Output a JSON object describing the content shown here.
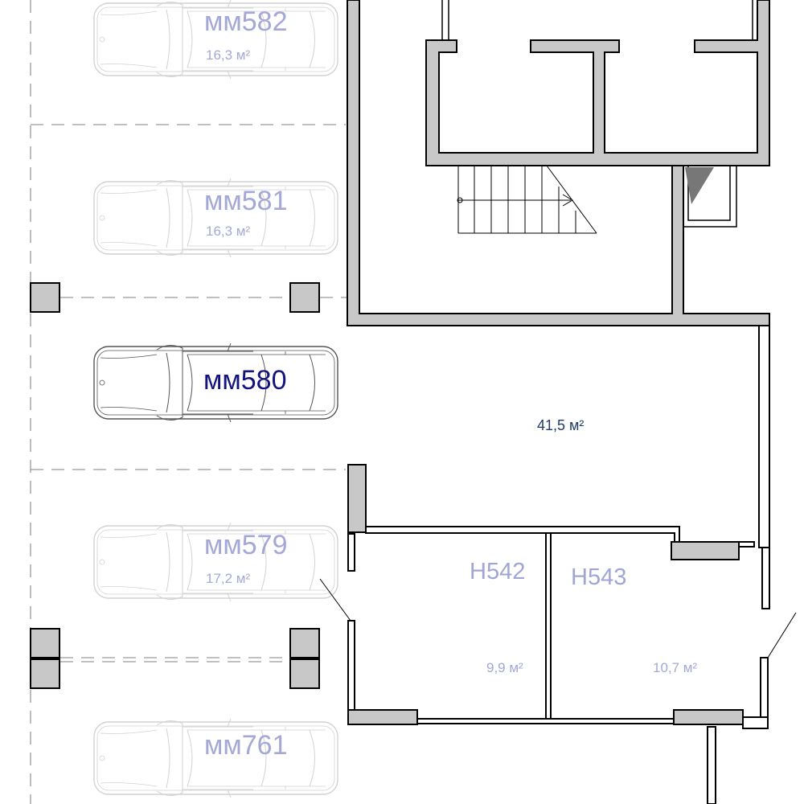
{
  "parking": [
    {
      "code": "мм582",
      "area": "16,3 м²",
      "active": false
    },
    {
      "code": "мм581",
      "area": "16,3 м²",
      "active": false
    },
    {
      "code": "мм580",
      "area": "",
      "active": true
    },
    {
      "code": "мм579",
      "area": "17,2 м²",
      "active": false
    },
    {
      "code": "мм761",
      "area": "",
      "active": false
    }
  ],
  "hall": {
    "area": "41,5 м²"
  },
  "storage": [
    {
      "code": "Н542",
      "area": "9,9 м²"
    },
    {
      "code": "Н543",
      "area": "10,7 м²"
    }
  ],
  "colors": {
    "wall_fill": "#c8c8c8",
    "wall_stroke": "#000000",
    "active_label": "#13137e",
    "inactive_label": "#a3a8d6",
    "hall_label": "#1f3a66"
  }
}
